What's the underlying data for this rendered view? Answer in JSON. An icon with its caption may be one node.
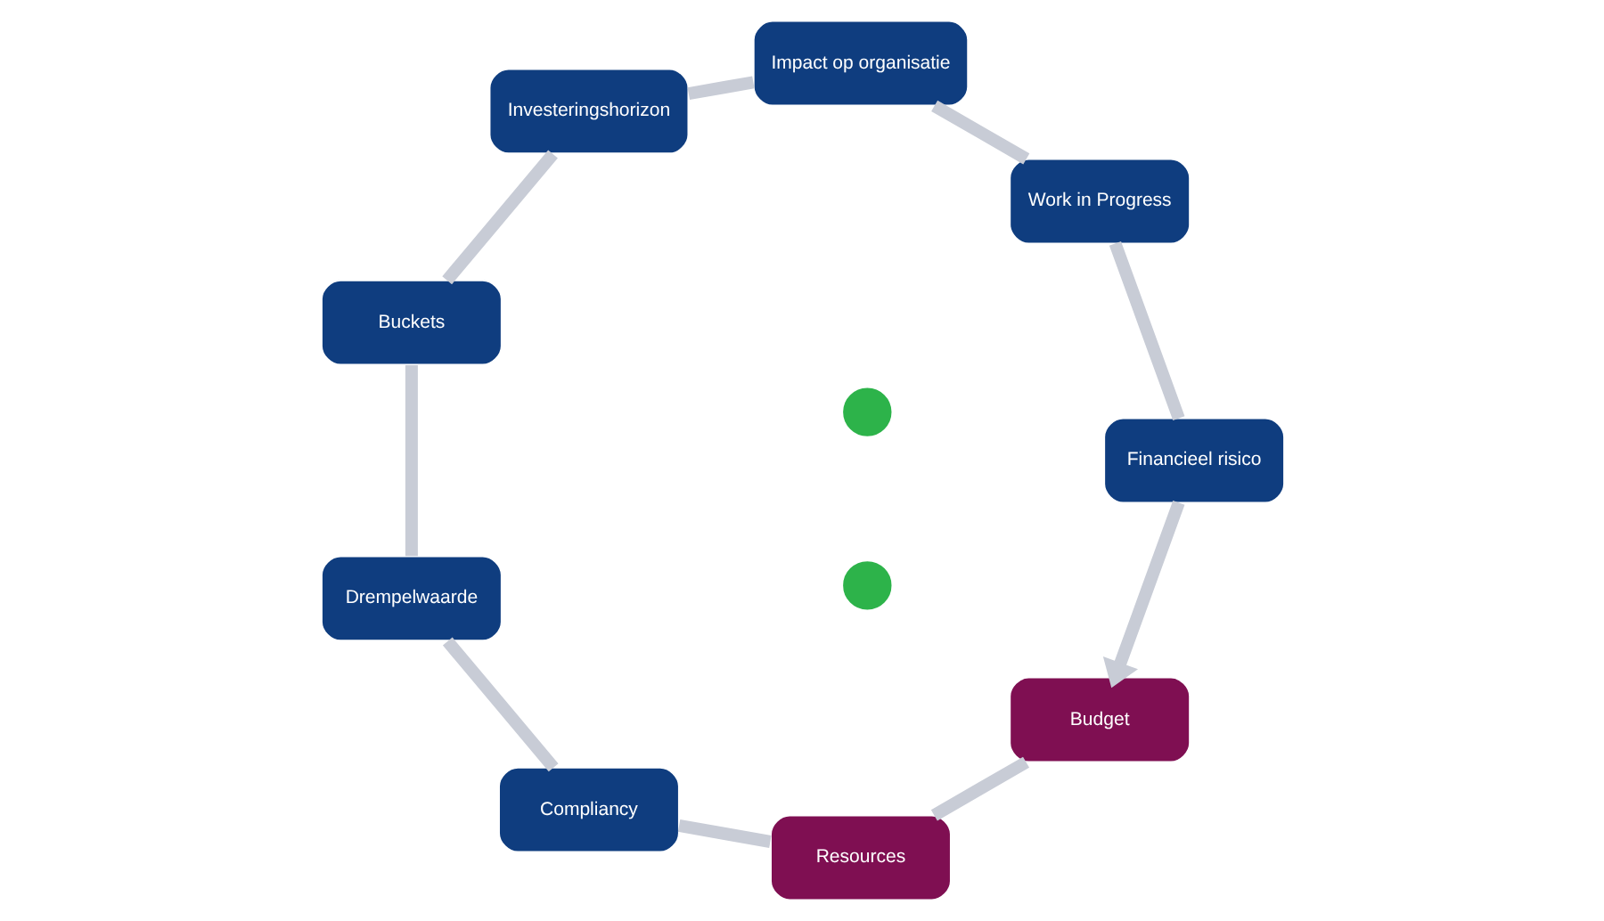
{
  "diagram": {
    "nodes": [
      {
        "text": [
          "Budget"
        ]
      },
      {
        "text": [
          "Resources"
        ]
      },
      {
        "text": [
          "Compliancy"
        ]
      },
      {
        "text": [
          "Drempelwaarde"
        ]
      },
      {
        "text": [
          "Buckets"
        ]
      },
      {
        "text": [
          "Investeringshorizon"
        ]
      },
      {
        "text": [
          "Impact op organisatie"
        ]
      },
      {
        "text": [
          "Work in Progress"
        ]
      },
      {
        "text": [
          "Financieel risico"
        ]
      },
      {
        "text": [],
        "shape": "circle"
      },
      {
        "text": [],
        "shape": "circle"
      }
    ],
    "edges": [
      {
        "from": 0,
        "to": 1,
        "arrow": "none"
      },
      {
        "from": 1,
        "to": 2,
        "arrow": "none"
      },
      {
        "from": 2,
        "to": 3,
        "arrow": "none"
      },
      {
        "from": 3,
        "to": 4,
        "arrow": "none"
      },
      {
        "from": 4,
        "to": 5,
        "arrow": "none"
      },
      {
        "from": 5,
        "to": 6,
        "arrow": "none"
      },
      {
        "from": 6,
        "to": 7,
        "arrow": "none"
      },
      {
        "from": 7,
        "to": 8,
        "arrow": "none"
      },
      {
        "from": 8,
        "to": 0,
        "arrow": "to"
      }
    ]
  }
}
